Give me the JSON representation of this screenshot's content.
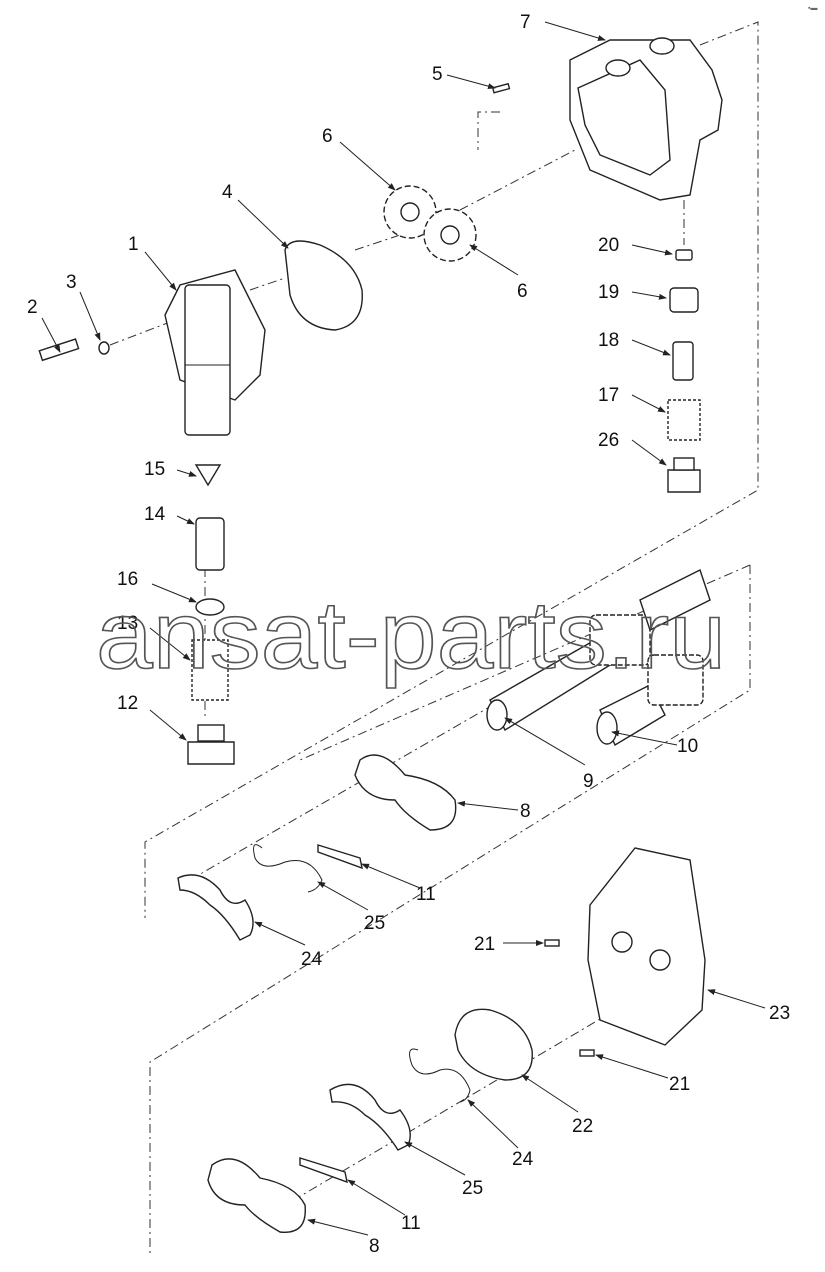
{
  "watermark": "ansat-parts.ru",
  "corner_mark": "▪▬",
  "callouts": [
    {
      "num": "7"
    },
    {
      "num": "5"
    },
    {
      "num": "6"
    },
    {
      "num": "6"
    },
    {
      "num": "4"
    },
    {
      "num": "1"
    },
    {
      "num": "3"
    },
    {
      "num": "2"
    },
    {
      "num": "20"
    },
    {
      "num": "19"
    },
    {
      "num": "18"
    },
    {
      "num": "17"
    },
    {
      "num": "26"
    },
    {
      "num": "15"
    },
    {
      "num": "14"
    },
    {
      "num": "16"
    },
    {
      "num": "13"
    },
    {
      "num": "12"
    },
    {
      "num": "9"
    },
    {
      "num": "10"
    },
    {
      "num": "8"
    },
    {
      "num": "11"
    },
    {
      "num": "25"
    },
    {
      "num": "24"
    },
    {
      "num": "21"
    },
    {
      "num": "23"
    },
    {
      "num": "21"
    },
    {
      "num": "22"
    },
    {
      "num": "24"
    },
    {
      "num": "25"
    },
    {
      "num": "11"
    },
    {
      "num": "8"
    }
  ]
}
